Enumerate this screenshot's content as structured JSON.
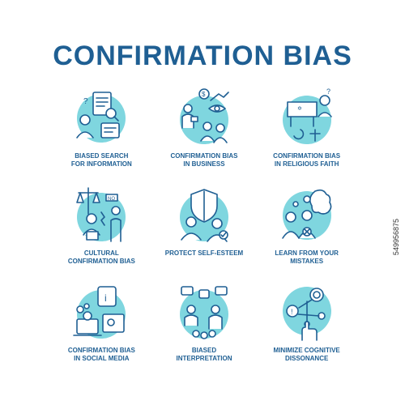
{
  "title": "CONFIRMATION BIAS",
  "stock_id": "549956875",
  "colors": {
    "accent": "#1f5f93",
    "fill": "#7fd6df",
    "stroke": "#1f5f93"
  },
  "items": [
    {
      "label": "BIASED SEARCH\nFOR INFORMATION",
      "icon": "search-documents-icon"
    },
    {
      "label": "CONFIRMATION BIAS\nIN BUSINESS",
      "icon": "business-eye-icon"
    },
    {
      "label": "CONFIRMATION BIAS\nIN RELIGIOUS FAITH",
      "icon": "religious-faith-icon"
    },
    {
      "label": "CULTURAL\nCONFIRMATION BIAS",
      "icon": "scales-no-icon"
    },
    {
      "label": "PROTECT SELF-ESTEEM",
      "icon": "shield-people-icon"
    },
    {
      "label": "LEARN FROM YOUR\nMISTAKES",
      "icon": "brain-learning-icon"
    },
    {
      "label": "CONFIRMATION BIAS\nIN SOCIAL MEDIA",
      "icon": "social-media-icon"
    },
    {
      "label": "BIASED\nINTERPRETATION",
      "icon": "interpretation-icon"
    },
    {
      "label": "MINIMIZE COGNITIVE\nDISSONANCE",
      "icon": "dissonance-icon"
    }
  ]
}
